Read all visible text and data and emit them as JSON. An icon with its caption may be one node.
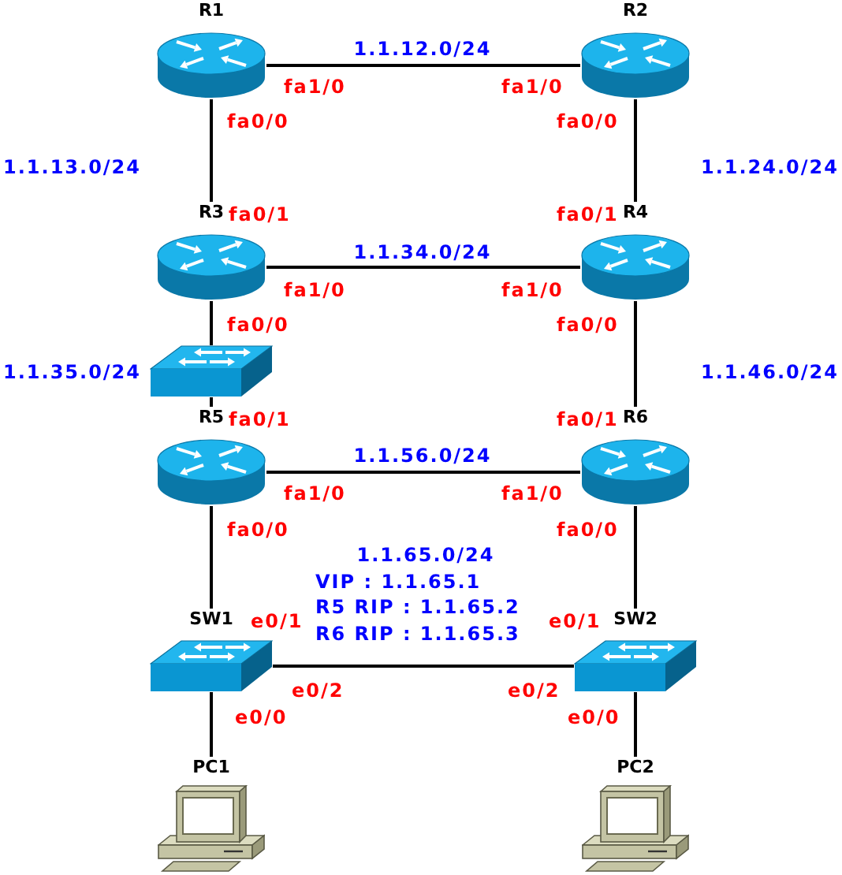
{
  "diagram": {
    "nodes": [
      {
        "text": [
          "R1"
        ],
        "beside": [
          "fa1/0",
          "fa0/0"
        ]
      },
      {
        "text": [
          "R2"
        ],
        "beside": [
          "fa1/0",
          "fa0/0"
        ]
      },
      {
        "text": [
          "R3"
        ],
        "beside": [
          "fa0/1",
          "fa1/0",
          "fa0/0"
        ]
      },
      {
        "text": [
          "R4"
        ],
        "beside": [
          "fa0/1",
          "fa1/0",
          "fa0/0"
        ]
      },
      {
        "text": [],
        "shape": "picture",
        "beside": [
          "1.1.35.0/24"
        ]
      },
      {
        "text": [
          "R5"
        ],
        "beside": [
          "fa0/1",
          "fa1/0",
          "fa0/0"
        ]
      },
      {
        "text": [
          "R6"
        ],
        "beside": [
          "fa0/1",
          "fa1/0",
          "fa0/0"
        ]
      },
      {
        "text": [
          "SW1"
        ],
        "beside": [
          "e0/1",
          "e0/2",
          "e0/0"
        ]
      },
      {
        "text": [
          "SW2"
        ],
        "beside": [
          "e0/1",
          "e0/2",
          "e0/0"
        ]
      },
      {
        "text": [
          "PC1"
        ]
      },
      {
        "text": [
          "PC2"
        ]
      }
    ],
    "edges": [
      {
        "from": 0,
        "to": 1,
        "arrow": "none",
        "label": "1.1.12.0/24"
      },
      {
        "from": 0,
        "to": 2,
        "arrow": "none",
        "label": "1.1.13.0/24"
      },
      {
        "from": 1,
        "to": 3,
        "arrow": "none",
        "label": "1.1.24.0/24"
      },
      {
        "from": 2,
        "to": 3,
        "arrow": "none",
        "label": "1.1.34.0/24"
      },
      {
        "from": 2,
        "to": 4,
        "arrow": "none"
      },
      {
        "from": 3,
        "to": 6,
        "arrow": "none",
        "label": "1.1.46.0/24"
      },
      {
        "from": 4,
        "to": 5,
        "arrow": "none"
      },
      {
        "from": 5,
        "to": 6,
        "arrow": "none",
        "label": "1.1.56.0/24"
      },
      {
        "from": 5,
        "to": 7,
        "arrow": "none"
      },
      {
        "from": 6,
        "to": 8,
        "arrow": "none"
      },
      {
        "from": 7,
        "to": 8,
        "arrow": "none"
      },
      {
        "from": 7,
        "to": 9,
        "arrow": "none"
      },
      {
        "from": 8,
        "to": 10,
        "arrow": "none"
      }
    ],
    "labels": [
      "1.1.65.0/24",
      "VIP : 1.1.65.1",
      "R5 RIP : 1.1.65.2",
      "R6 RIP : 1.1.65.3"
    ]
  }
}
